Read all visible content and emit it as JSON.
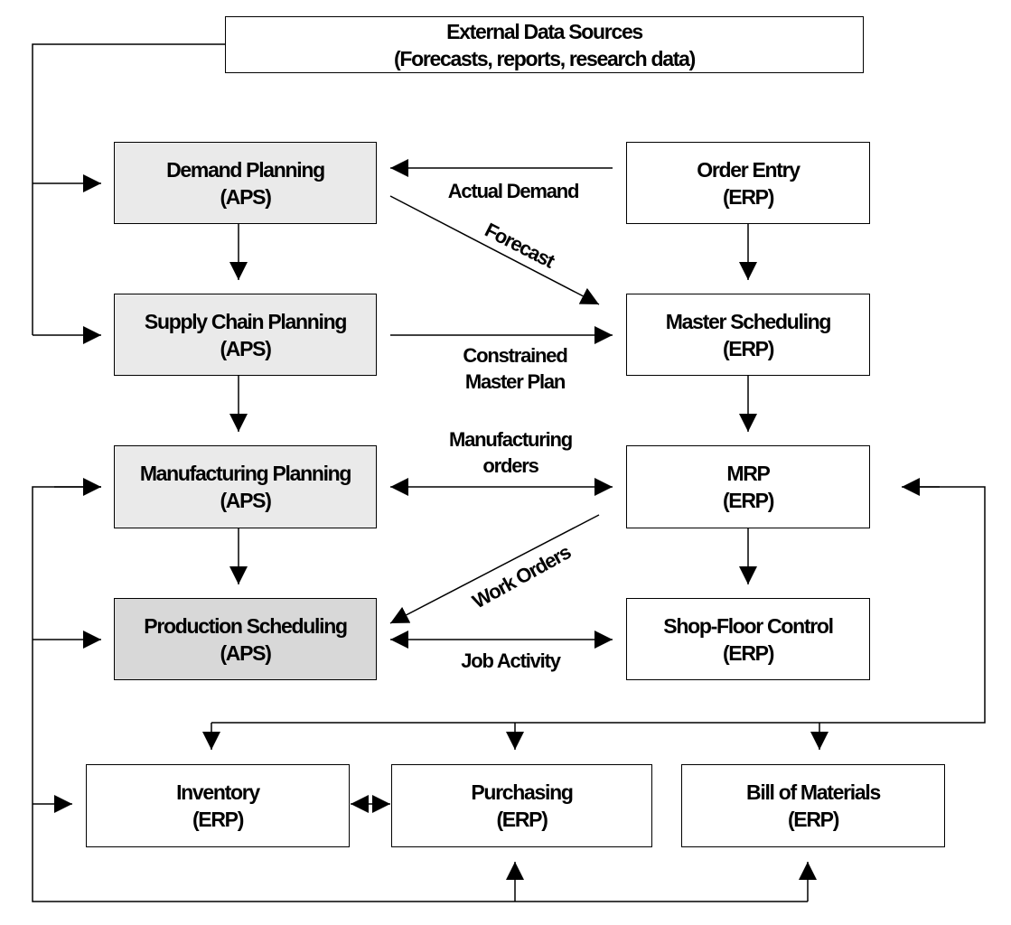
{
  "external": {
    "title": "External Data Sources",
    "subtitle": "(Forecasts, reports, research data)"
  },
  "nodes": {
    "demand_planning": {
      "title": "Demand Planning",
      "tag": "(APS)"
    },
    "supply_chain_planning": {
      "title": "Supply Chain Planning",
      "tag": "(APS)"
    },
    "manufacturing_planning": {
      "title": "Manufacturing Planning",
      "tag": "(APS)"
    },
    "production_scheduling": {
      "title": "Production Scheduling",
      "tag": "(APS)"
    },
    "order_entry": {
      "title": "Order Entry",
      "tag": "(ERP)"
    },
    "master_scheduling": {
      "title": "Master Scheduling",
      "tag": "(ERP)"
    },
    "mrp": {
      "title": "MRP",
      "tag": "(ERP)"
    },
    "shop_floor_control": {
      "title": "Shop-Floor Control",
      "tag": "(ERP)"
    },
    "inventory": {
      "title": "Inventory",
      "tag": "(ERP)"
    },
    "purchasing": {
      "title": "Purchasing",
      "tag": "(ERP)"
    },
    "bill_of_materials": {
      "title": "Bill of Materials",
      "tag": "(ERP)"
    }
  },
  "flows": {
    "actual_demand": "Actual Demand",
    "forecast": "Forecast",
    "constrained_line1": "Constrained",
    "constrained_line2": "Master Plan",
    "manufacturing_line1": "Manufacturing",
    "manufacturing_line2": "orders",
    "work_orders": "Work Orders",
    "job_activity": "Job Activity"
  },
  "colors": {
    "line": "#000000",
    "aps_fill": "#eaeaea",
    "aps_dark_fill": "#d8d8d8",
    "erp_fill": "#ffffff"
  }
}
